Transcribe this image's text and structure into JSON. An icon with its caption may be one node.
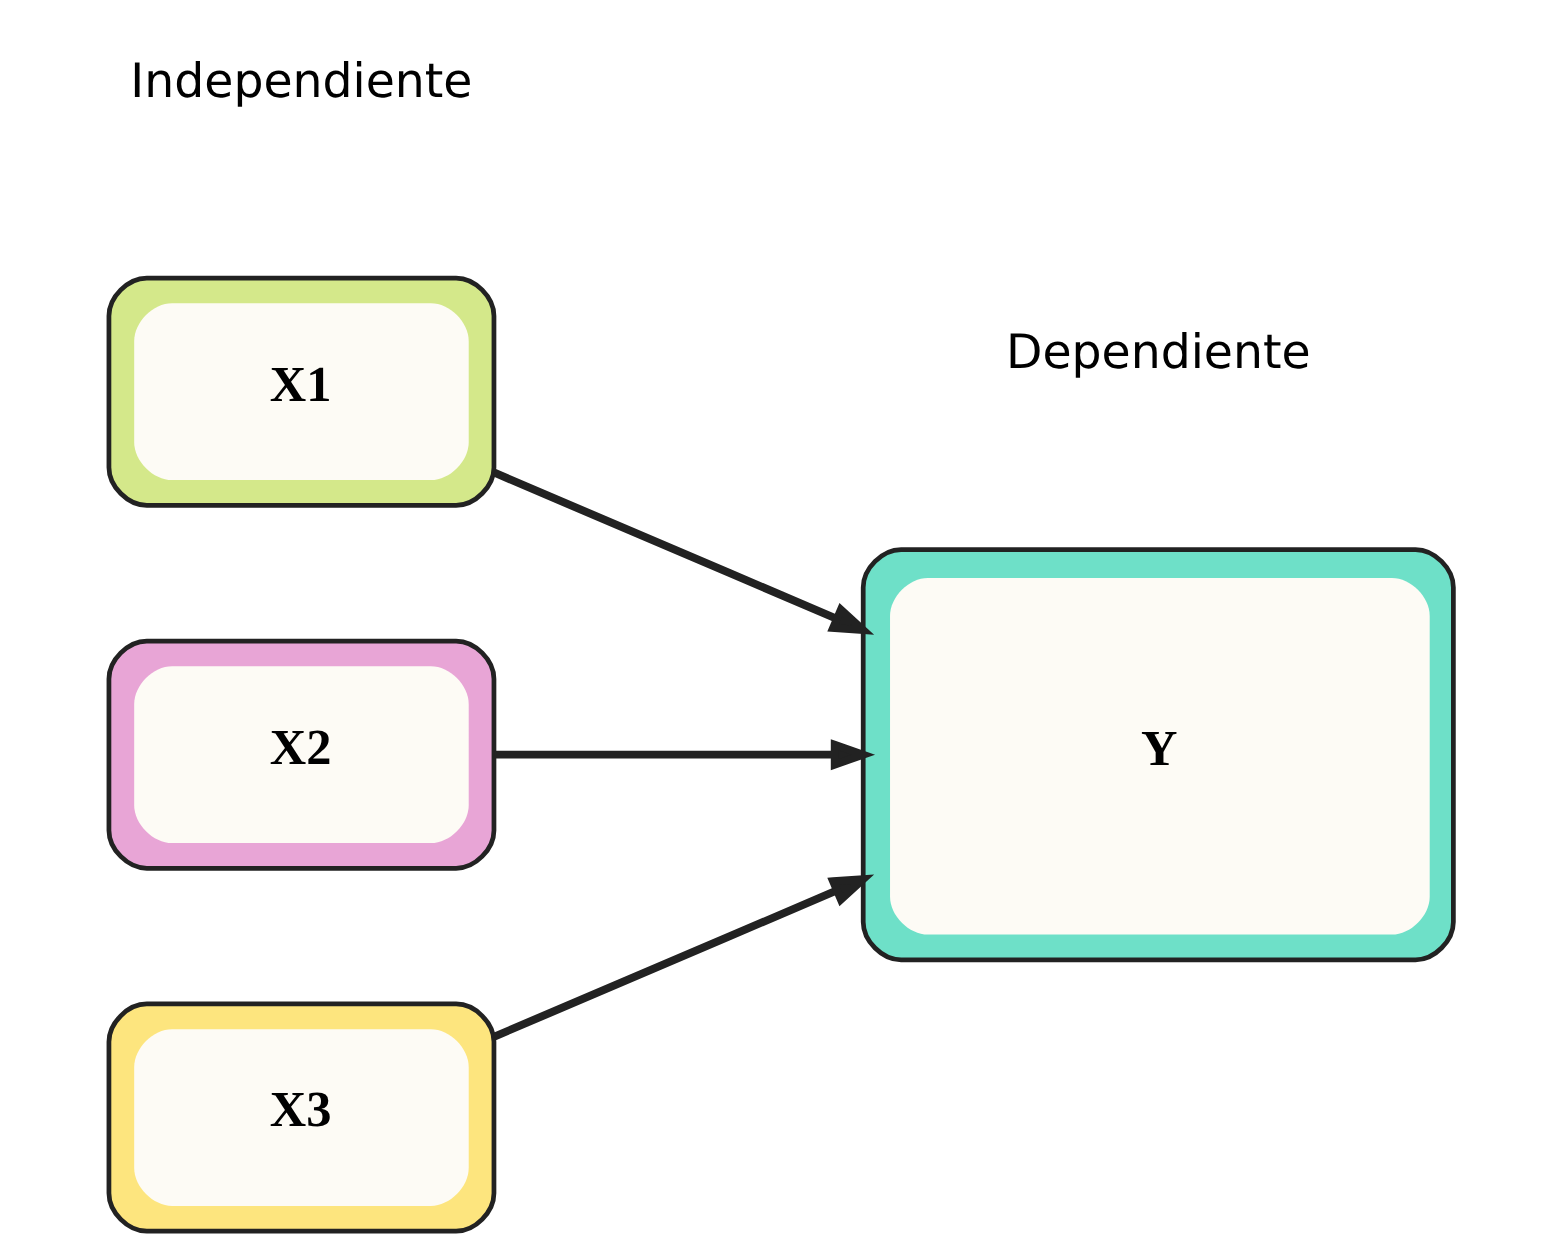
{
  "diagram": {
    "nodes": [
      {
        "text": [
          "X1"
        ]
      },
      {
        "text": [
          "X2"
        ]
      },
      {
        "text": [
          "X3"
        ]
      },
      {
        "text": [
          "Y"
        ],
        "beside": [
          "Dependiente"
        ]
      }
    ],
    "edges": [
      {
        "from": 0,
        "to": 3,
        "arrow": "to"
      },
      {
        "from": 1,
        "to": 3,
        "arrow": "to"
      },
      {
        "from": 2,
        "to": 3,
        "arrow": "to"
      }
    ],
    "labels": [
      "Independiente"
    ]
  }
}
